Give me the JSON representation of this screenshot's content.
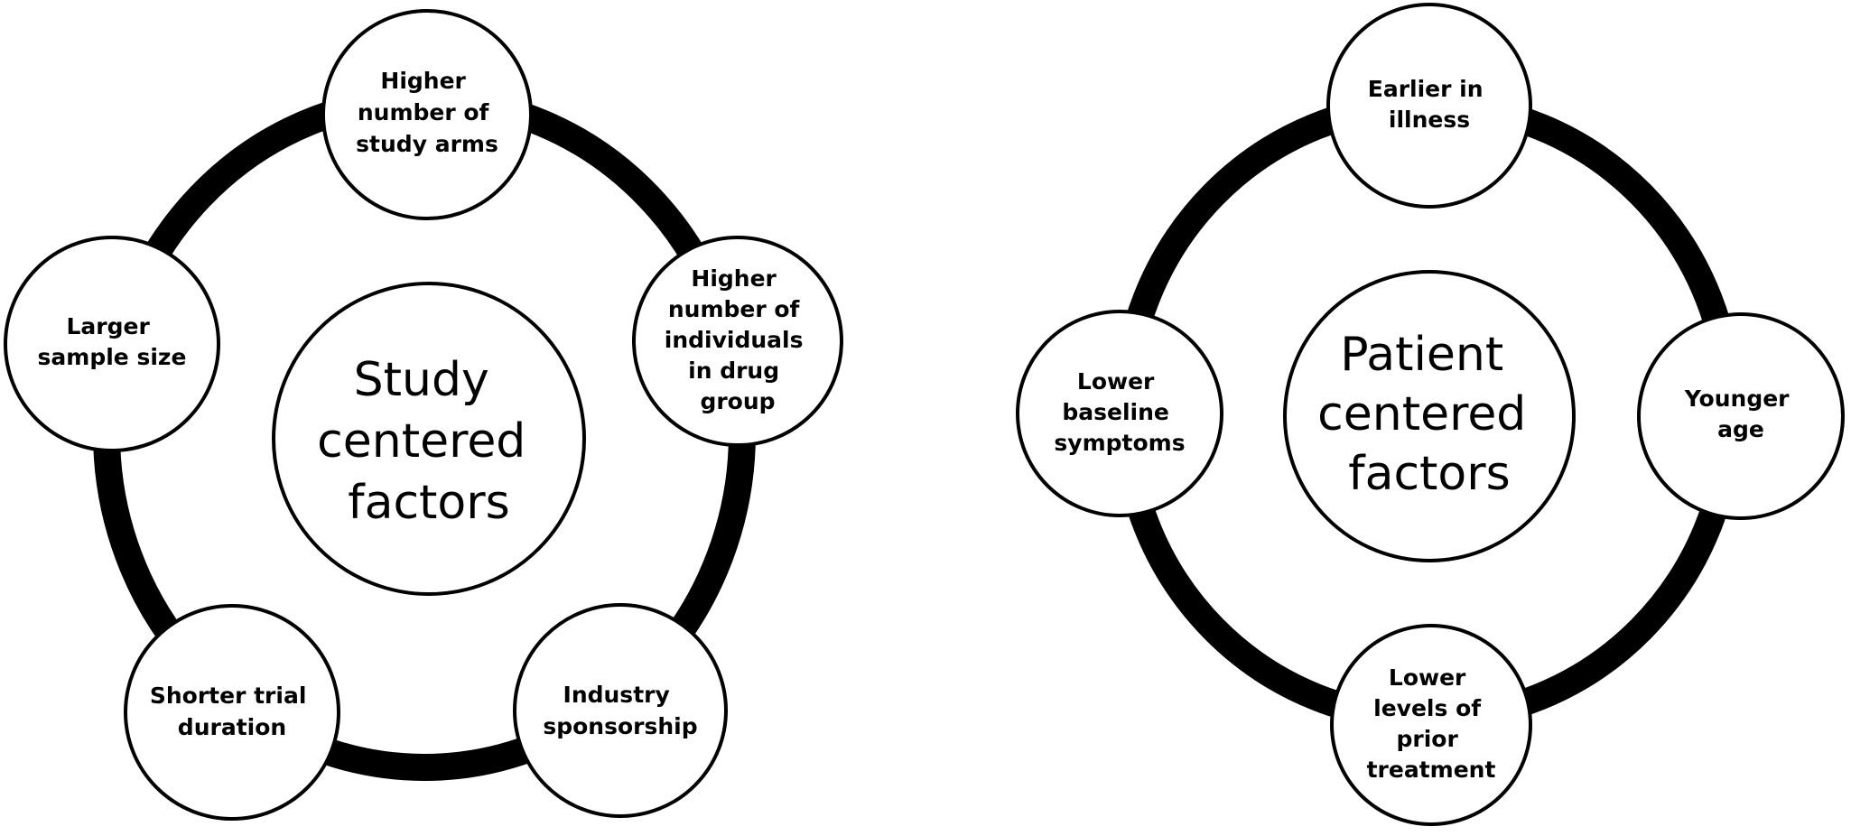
{
  "diagrams": [
    {
      "center_label_lines": [
        "Study",
        "centered",
        "factors"
      ],
      "nodes": [
        {
          "lines": [
            "Higher",
            "number of",
            "study arms"
          ]
        },
        {
          "lines": [
            "Higher",
            "number of",
            "individuals",
            "in drug",
            "group"
          ]
        },
        {
          "lines": [
            "Industry",
            "sponsorship"
          ]
        },
        {
          "lines": [
            "Shorter trial",
            "duration"
          ]
        },
        {
          "lines": [
            "Larger",
            "sample size"
          ]
        }
      ]
    },
    {
      "center_label_lines": [
        "Patient",
        "centered",
        "factors"
      ],
      "nodes": [
        {
          "lines": [
            "Earlier in",
            "illness"
          ]
        },
        {
          "lines": [
            "Younger",
            "age"
          ]
        },
        {
          "lines": [
            "Lower",
            "levels of",
            "prior",
            "treatment"
          ]
        },
        {
          "lines": [
            "Lower",
            "baseline",
            "symptoms"
          ]
        }
      ]
    }
  ]
}
